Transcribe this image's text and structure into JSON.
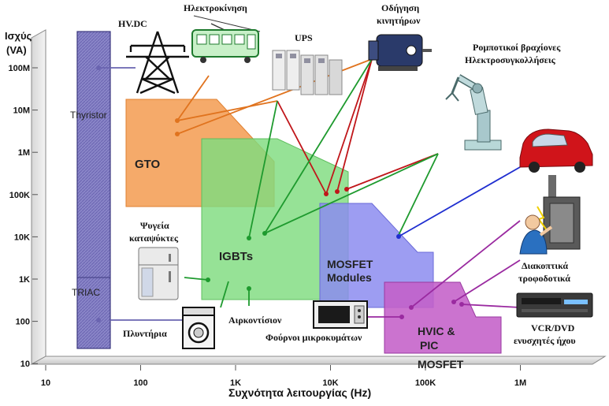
{
  "y_axis": {
    "title_line1": "Ισχύς",
    "title_line2": "(VA)",
    "ticks": [
      "100M",
      "10M",
      "1M",
      "100K",
      "10K",
      "1K",
      "100",
      "10"
    ]
  },
  "x_axis": {
    "title": "Συχνότητα λειτουργίας (Hz)",
    "ticks": [
      "10",
      "100",
      "1K",
      "10K",
      "100K",
      "1M"
    ]
  },
  "regions": {
    "thyristor": "Thyristor",
    "triac": "TRIAC",
    "gto": "GTO",
    "igbt": "IGBTs",
    "mosfet_line1": "MOSFET",
    "mosfet_line2": "Modules",
    "hvic_line1": "HVIC &",
    "hvic_line2": "PIC",
    "hvic_line3": "MOSFET"
  },
  "applications": {
    "hvdc": "HV.DC",
    "traction": "Ηλεκτροκίνηση",
    "ups": "UPS",
    "motor_line1": "Οδήγηση",
    "motor_line2": "κινητήρων",
    "robot_line1": "Ρομποτικοί βραχίονες",
    "robot_line2": "Ηλεκτροσυγκολλήσεις",
    "fridge_line1": "Ψυγεία",
    "fridge_line2": "καταψύκτες",
    "aircon": "Αιρκοντίσιον",
    "washer": "Πλυντήρια",
    "microwave": "Φούρνοι μικροκυμάτων",
    "switches_line1": "Διακοπτικά",
    "switches_line2": "τροφοδοτικά",
    "vcr_line1": "VCR/DVD",
    "vcr_line2": "ενυσχητές ήχου"
  },
  "colors": {
    "thyristor": "#8a86c8",
    "gto": "#f4a15a",
    "igbt": "#7fdc7f",
    "mosfet": "#8c8cf0",
    "hvic": "#c460c8",
    "line_orange": "#e0731e",
    "line_red": "#c0161a",
    "line_green": "#1e9a2e",
    "line_blue": "#1f2ed0",
    "line_purple": "#9a2aa0"
  }
}
